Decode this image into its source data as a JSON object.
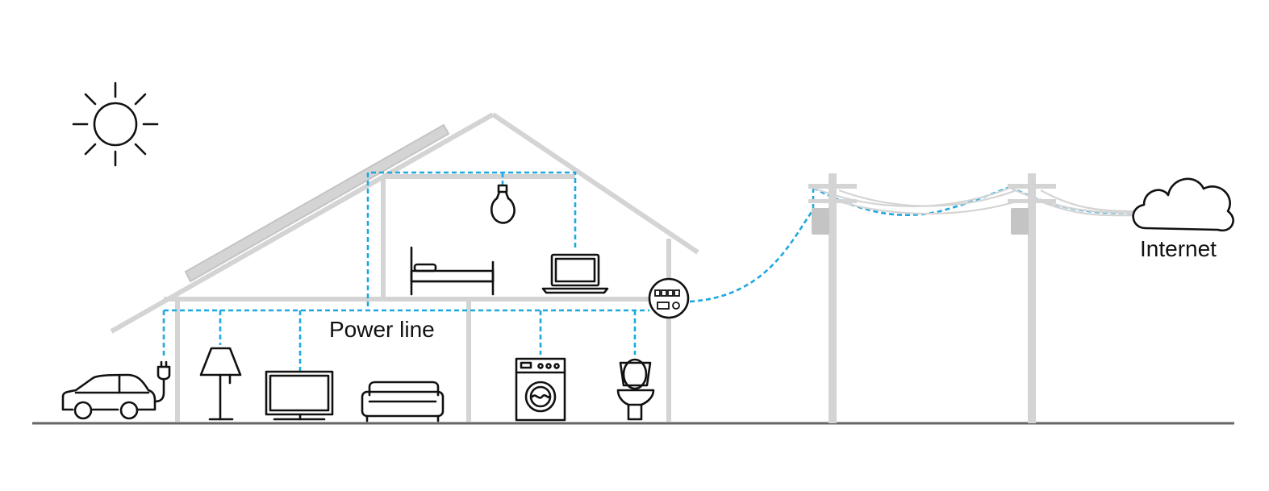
{
  "labels": {
    "power_line": "Power line",
    "internet": "Internet"
  },
  "colors": {
    "network_line": "#1ea8e0",
    "structure": "#d4d4d4",
    "icon": "#111111",
    "ground": "#666666"
  },
  "icons": [
    "sun-icon",
    "solar-panel",
    "light-bulb-icon",
    "bed-icon",
    "laptop-icon",
    "electric-car-icon",
    "plug-icon",
    "floor-lamp-icon",
    "tv-icon",
    "sofa-icon",
    "washing-machine-icon",
    "toilet-icon",
    "power-meter-icon",
    "utility-pole",
    "cloud-icon"
  ]
}
